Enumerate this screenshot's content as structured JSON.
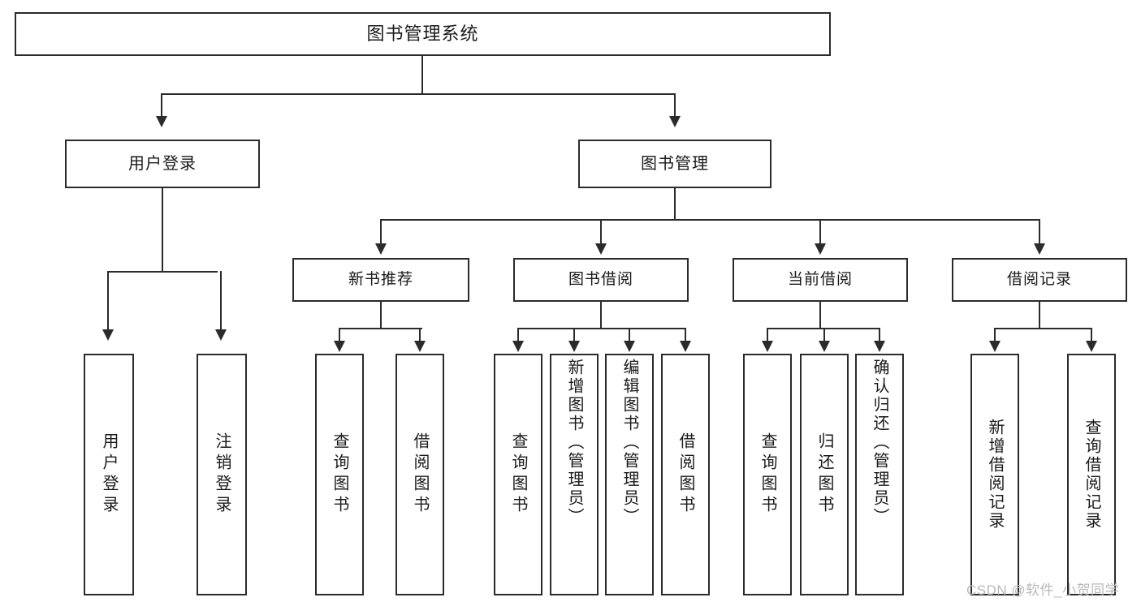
{
  "diagram": {
    "title": "图书管理系统",
    "type": "hierarchy-tree",
    "root": {
      "label": "图书管理系统"
    },
    "level1": [
      {
        "label": "用户登录"
      },
      {
        "label": "图书管理"
      }
    ],
    "level2": [
      {
        "label": "新书推荐"
      },
      {
        "label": "图书借阅"
      },
      {
        "label": "当前借阅"
      },
      {
        "label": "借阅记录"
      }
    ],
    "leaves": [
      {
        "label": "用户登录",
        "parent": "用户登录"
      },
      {
        "label": "注销登录",
        "parent": "用户登录"
      },
      {
        "label": "查询图书",
        "parent": "新书推荐"
      },
      {
        "label": "借阅图书",
        "parent": "新书推荐"
      },
      {
        "label": "查询图书",
        "parent": "图书借阅"
      },
      {
        "label": "新增图书（管理员）",
        "parent": "图书借阅"
      },
      {
        "label": "编辑图书（管理员）",
        "parent": "图书借阅"
      },
      {
        "label": "借阅图书",
        "parent": "图书借阅"
      },
      {
        "label": "查询图书",
        "parent": "当前借阅"
      },
      {
        "label": "归还图书",
        "parent": "当前借阅"
      },
      {
        "label": "确认归还（管理员）",
        "parent": "当前借阅"
      },
      {
        "label": "新增借阅记录",
        "parent": "借阅记录"
      },
      {
        "label": "查询借阅记录",
        "parent": "借阅记录"
      }
    ]
  },
  "watermark": {
    "text": "CSDN @软件_小贺同学"
  },
  "colors": {
    "stroke": "#2b2b2b",
    "background": "#ffffff",
    "text": "#1a1a1a",
    "watermark": "#b9b9b9"
  }
}
